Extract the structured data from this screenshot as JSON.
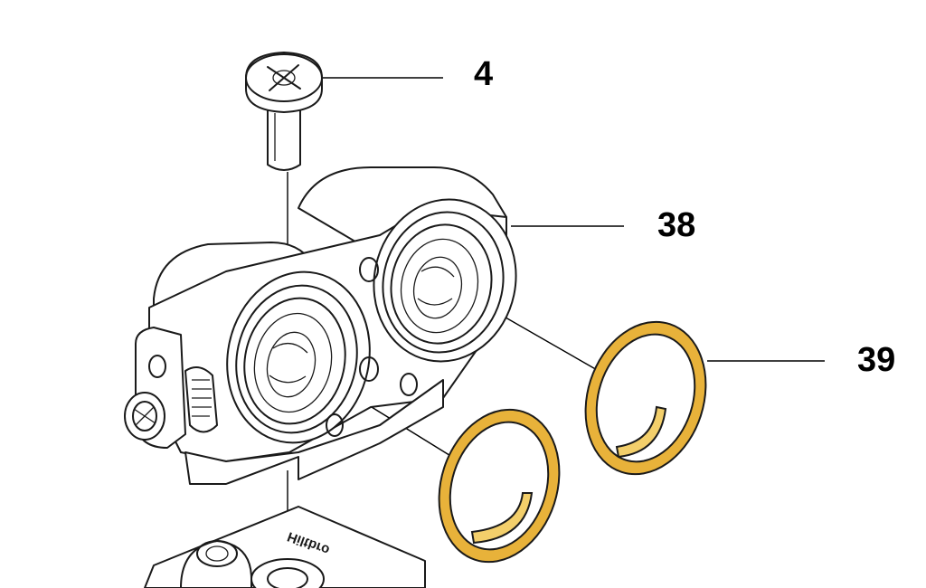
{
  "callouts": {
    "screw": "4",
    "valve_body": "38",
    "seal_rings": "39"
  },
  "base_plate_logo_text": "Hiltbro",
  "colors": {
    "seal_ring": "#e8b23a",
    "seal_ring_inner": "#f3cf6b",
    "line": "#1a1a1a",
    "background": "#ffffff"
  }
}
